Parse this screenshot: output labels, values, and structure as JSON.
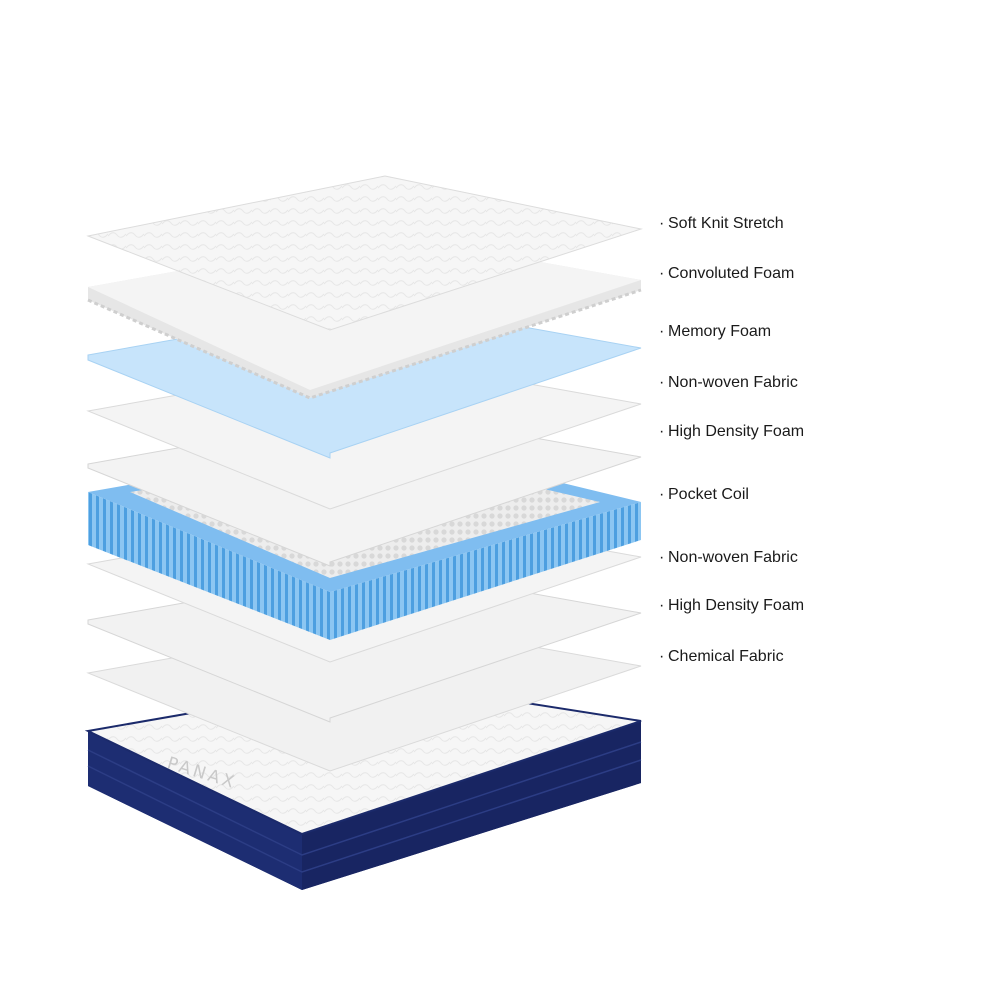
{
  "brand": "PANAX",
  "layers": [
    {
      "label": "Soft Knit Stretch"
    },
    {
      "label": "Convoluted Foam"
    },
    {
      "label": "Memory Foam"
    },
    {
      "label": "Non-woven Fabric"
    },
    {
      "label": "High Density Foam"
    },
    {
      "label": "Pocket Coil"
    },
    {
      "label": "Non-woven Fabric"
    },
    {
      "label": "High Density Foam"
    },
    {
      "label": "Chemical Fabric"
    }
  ],
  "bullet": "·",
  "colors": {
    "navy": "#1b2a6b",
    "memory_blue": "#bfe0fb",
    "coil_blue": "#5aa9e6",
    "layer_white": "#f3f3f3"
  }
}
